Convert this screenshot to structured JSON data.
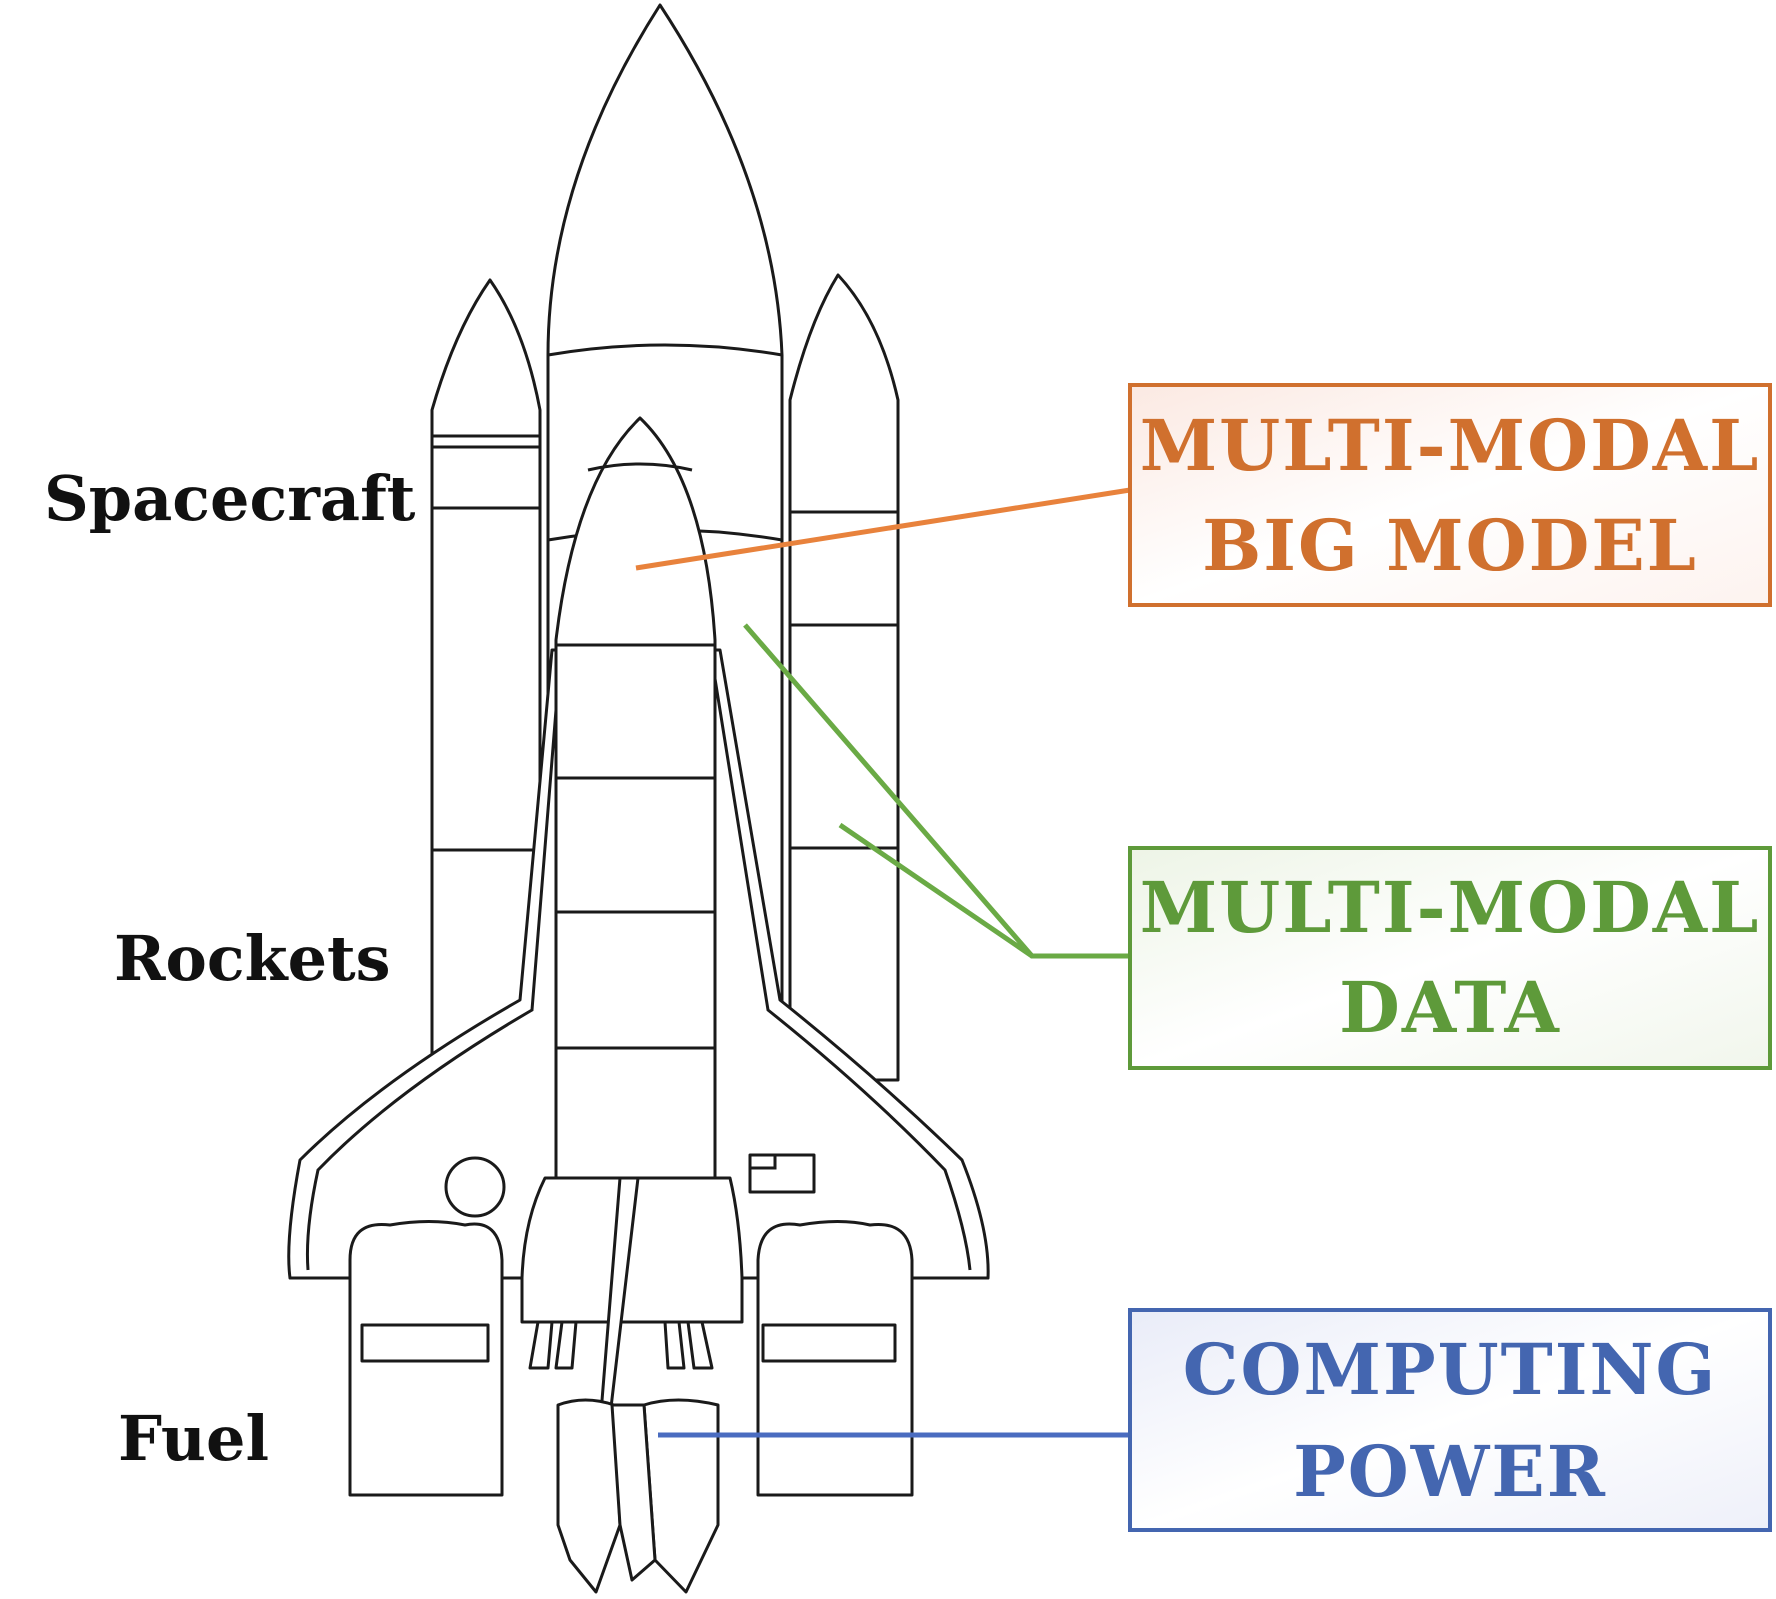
{
  "labels": {
    "spacecraft": "Spacecraft",
    "rockets": "Rockets",
    "fuel": "Fuel"
  },
  "boxes": [
    {
      "id": "model",
      "line1": "MULTI-MODAL",
      "line2": "BIG MODEL",
      "color": "#d0702e"
    },
    {
      "id": "data",
      "line1": "MULTI-MODAL",
      "line2": "DATA",
      "color": "#5e9a3a"
    },
    {
      "id": "power",
      "line1": "COMPUTING",
      "line2": "POWER",
      "color": "#4466b0"
    }
  ]
}
